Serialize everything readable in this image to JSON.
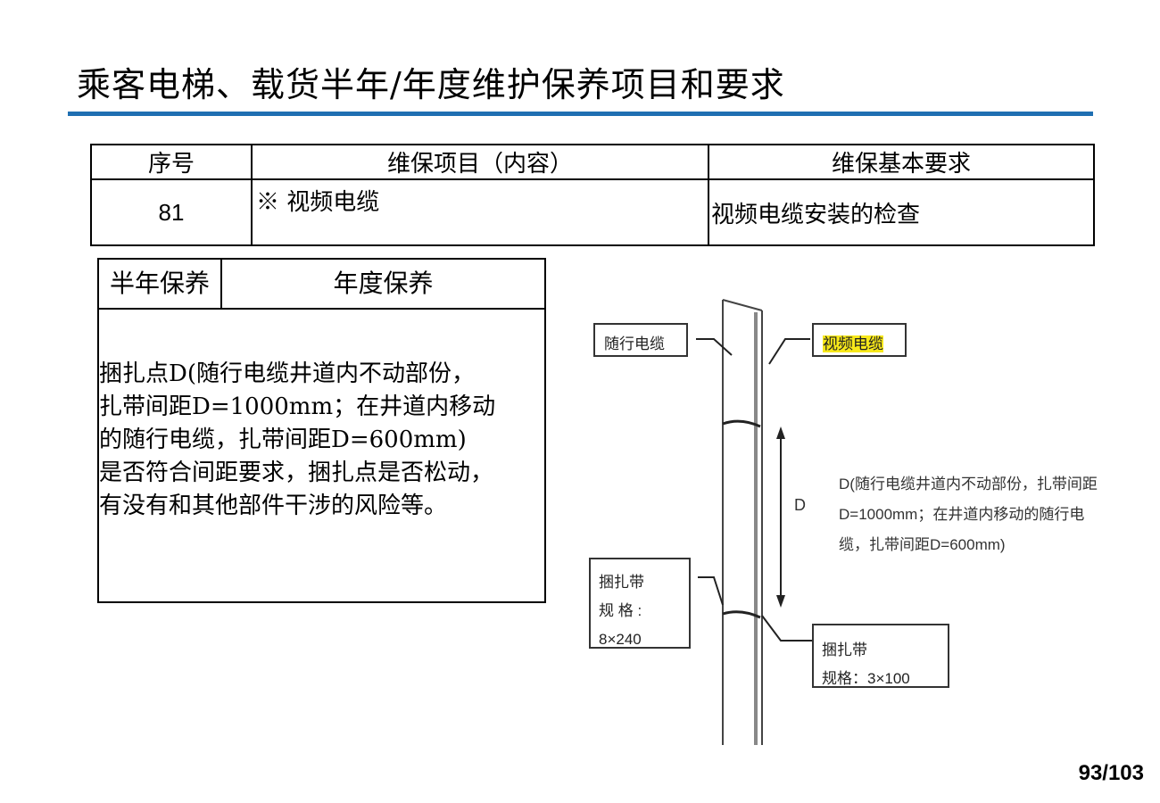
{
  "title": "乘客电梯、载货半年/年度维护保养项目和要求",
  "table": {
    "headers": [
      "序号",
      "维保项目（内容）",
      "维保基本要求"
    ],
    "row": {
      "number": "81",
      "item": "※ 视频电缆",
      "requirement": "视频电缆安装的检查"
    }
  },
  "maintenance": {
    "half_year": "半年保养",
    "annual": "年度保养",
    "content": "捆扎点D(随行电缆井道内不动部份，\n扎带间距D=1000mm；在井道内移动\n的随行电缆，扎带间距D=600mm)\n是否符合间距要求，捆扎点是否松动，\n有没有和其他部件干涉的风险等。"
  },
  "diagram": {
    "label_travel_cable": "随行电缆",
    "label_video_cable": "视频电缆",
    "label_tie_left_1": "捆扎带",
    "label_tie_left_2": "规  格  :",
    "label_tie_left_3": "8×240",
    "label_tie_right_1": "捆扎带",
    "label_tie_right_2": "规格：3×100",
    "d_letter": "D",
    "note": "D(随行电缆井道内不动部份，扎带间距D=1000mm；在井道内移动的随行电缆，扎带间距D=600mm)"
  },
  "page_number": "93/103",
  "colors": {
    "rule": "#1f6fb2",
    "highlight": "#f7e81a"
  }
}
